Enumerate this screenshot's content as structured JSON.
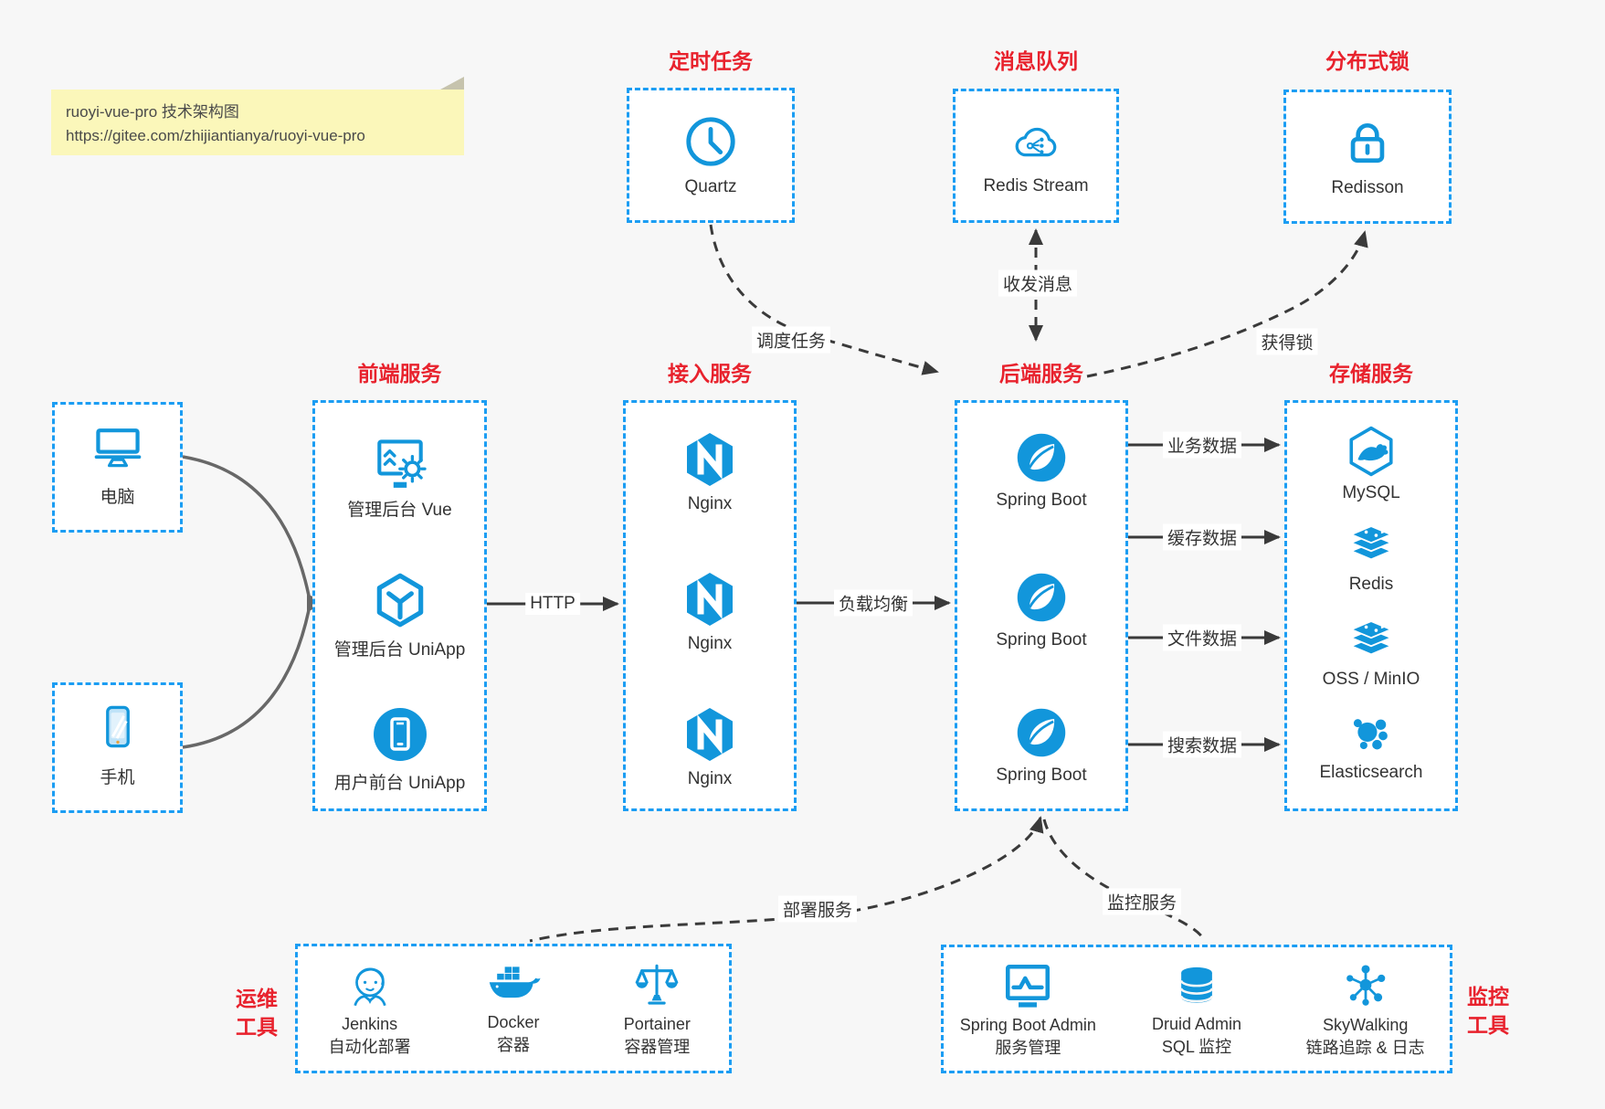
{
  "note": {
    "line1": "ruoyi-vue-pro 技术架构图",
    "line2": "https://gitee.com/zhijiantianya/ruoyi-vue-pro"
  },
  "top_groups": [
    {
      "title": "定时任务",
      "item": {
        "icon": "clock-icon",
        "label": "Quartz"
      }
    },
    {
      "title": "消息队列",
      "item": {
        "icon": "cloud-share-icon",
        "label": "Redis Stream"
      }
    },
    {
      "title": "分布式锁",
      "item": {
        "icon": "lock-icon",
        "label": "Redisson"
      }
    }
  ],
  "clients": [
    {
      "icon": "desktop-icon",
      "label": "电脑"
    },
    {
      "icon": "phone-icon",
      "label": "手机"
    }
  ],
  "columns": [
    {
      "title": "前端服务",
      "items": [
        {
          "icon": "admin-vue-icon",
          "label": "管理后台 Vue"
        },
        {
          "icon": "uniapp-cube-icon",
          "label": "管理后台 UniApp"
        },
        {
          "icon": "user-app-icon",
          "label": "用户前台 UniApp"
        }
      ]
    },
    {
      "title": "接入服务",
      "items": [
        {
          "icon": "nginx-icon",
          "label": "Nginx"
        },
        {
          "icon": "nginx-icon",
          "label": "Nginx"
        },
        {
          "icon": "nginx-icon",
          "label": "Nginx"
        }
      ]
    },
    {
      "title": "后端服务",
      "items": [
        {
          "icon": "spring-icon",
          "label": "Spring Boot"
        },
        {
          "icon": "spring-icon",
          "label": "Spring Boot"
        },
        {
          "icon": "spring-icon",
          "label": "Spring Boot"
        }
      ]
    },
    {
      "title": "存储服务",
      "items": [
        {
          "icon": "mysql-icon",
          "label": "MySQL"
        },
        {
          "icon": "redis-icon",
          "label": "Redis"
        },
        {
          "icon": "redis-icon",
          "label": "OSS / MinIO"
        },
        {
          "icon": "elasticsearch-icon",
          "label": "Elasticsearch"
        }
      ]
    }
  ],
  "edges": {
    "http": "HTTP",
    "load_balance": "负载均衡",
    "schedule": "调度任务",
    "message": "收发消息",
    "lock": "获得锁",
    "data": [
      "业务数据",
      "缓存数据",
      "文件数据",
      "搜索数据"
    ],
    "deploy": "部署服务",
    "monitor": "监控服务"
  },
  "bottom_groups": [
    {
      "title_lines": [
        "运维",
        "工具"
      ],
      "items": [
        {
          "icon": "jenkins-icon",
          "label": "Jenkins",
          "sub": "自动化部署"
        },
        {
          "icon": "docker-icon",
          "label": "Docker",
          "sub": "容器"
        },
        {
          "icon": "portainer-icon",
          "label": "Portainer",
          "sub": "容器管理"
        }
      ]
    },
    {
      "title_lines": [
        "监控",
        "工具"
      ],
      "items": [
        {
          "icon": "spring-boot-admin-icon",
          "label": "Spring Boot Admin",
          "sub": "服务管理"
        },
        {
          "icon": "druid-icon",
          "label": "Druid Admin",
          "sub": "SQL 监控"
        },
        {
          "icon": "skywalking-icon",
          "label": "SkyWalking",
          "sub": "链路追踪 & 日志"
        }
      ]
    }
  ],
  "colors": {
    "accent_blue": "#1296db",
    "border_blue": "#1b9df3",
    "title_red": "#e8222d",
    "text_dark": "#333333",
    "arrow_dark": "#3a3a3a",
    "client_arrow_gray": "#686868",
    "note_bg": "#fbf7ba",
    "canvas_bg": "#f7f7f7"
  }
}
